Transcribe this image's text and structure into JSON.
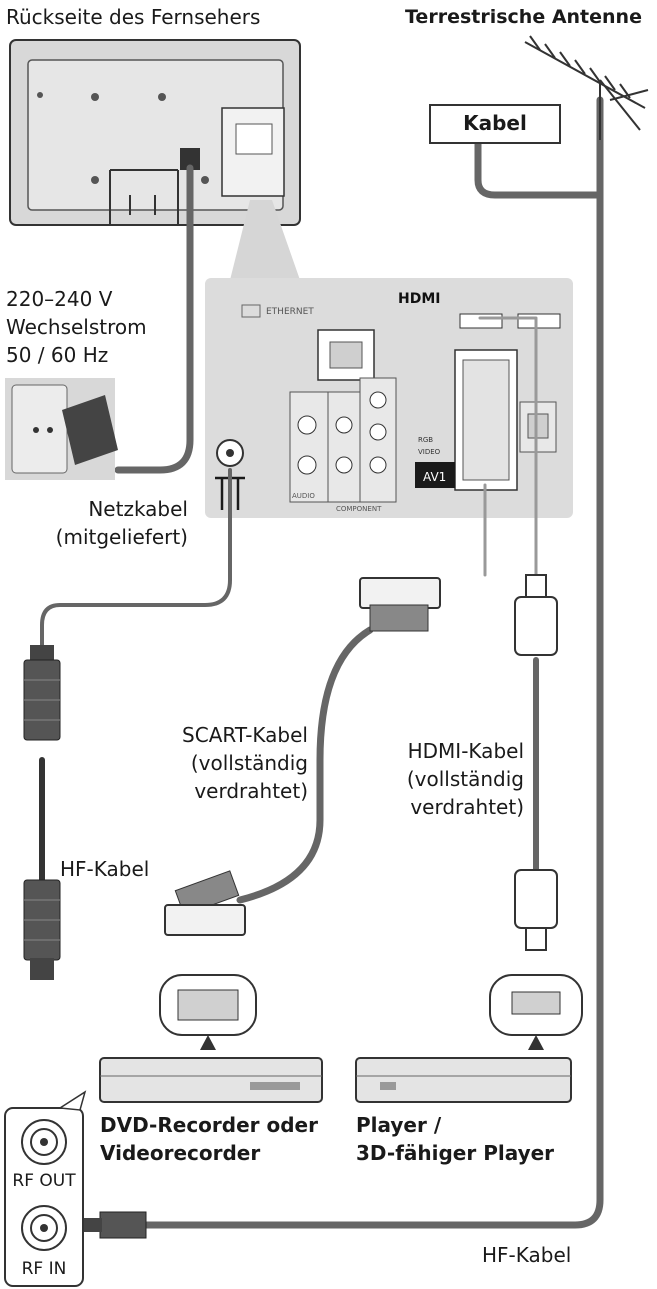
{
  "labels": {
    "tv_back": "Rückseite des Fernsehers",
    "antenna": "Terrestrische Antenne",
    "cable_box": "Kabel",
    "voltage": "220–240 V",
    "ac": "Wechselstrom",
    "freq": "50 / 60 Hz",
    "power_cable": "Netzkabel",
    "power_cable_note": "(mitgeliefert)",
    "scart_cable": "SCART-Kabel",
    "scart_note1": "(vollständig",
    "scart_note2": "verdrahtet)",
    "hdmi_cable": "HDMI-Kabel",
    "hdmi_note1": "(vollständig",
    "hdmi_note2": "verdrahtet)",
    "rf_cable_1": "HF-Kabel",
    "rf_cable_2": "HF-Kabel",
    "dvd_1": "DVD-Recorder oder",
    "dvd_2": "Videorecorder",
    "player_1": "Player /",
    "player_2": "3D-fähiger Player",
    "rf_out": "RF OUT",
    "rf_in": "RF IN"
  },
  "panel": {
    "ethernet": "ETHERNET",
    "hdmi_logo": "HDMI",
    "av1": "AV1",
    "rgb": "RGB",
    "video": "VIDEO",
    "audio": "AUDIO",
    "component": "COMPONENT"
  },
  "colors": {
    "cable": "#666666",
    "panel": "#dcdcdc",
    "tv": "#d8d8d8",
    "outline": "#333333"
  }
}
